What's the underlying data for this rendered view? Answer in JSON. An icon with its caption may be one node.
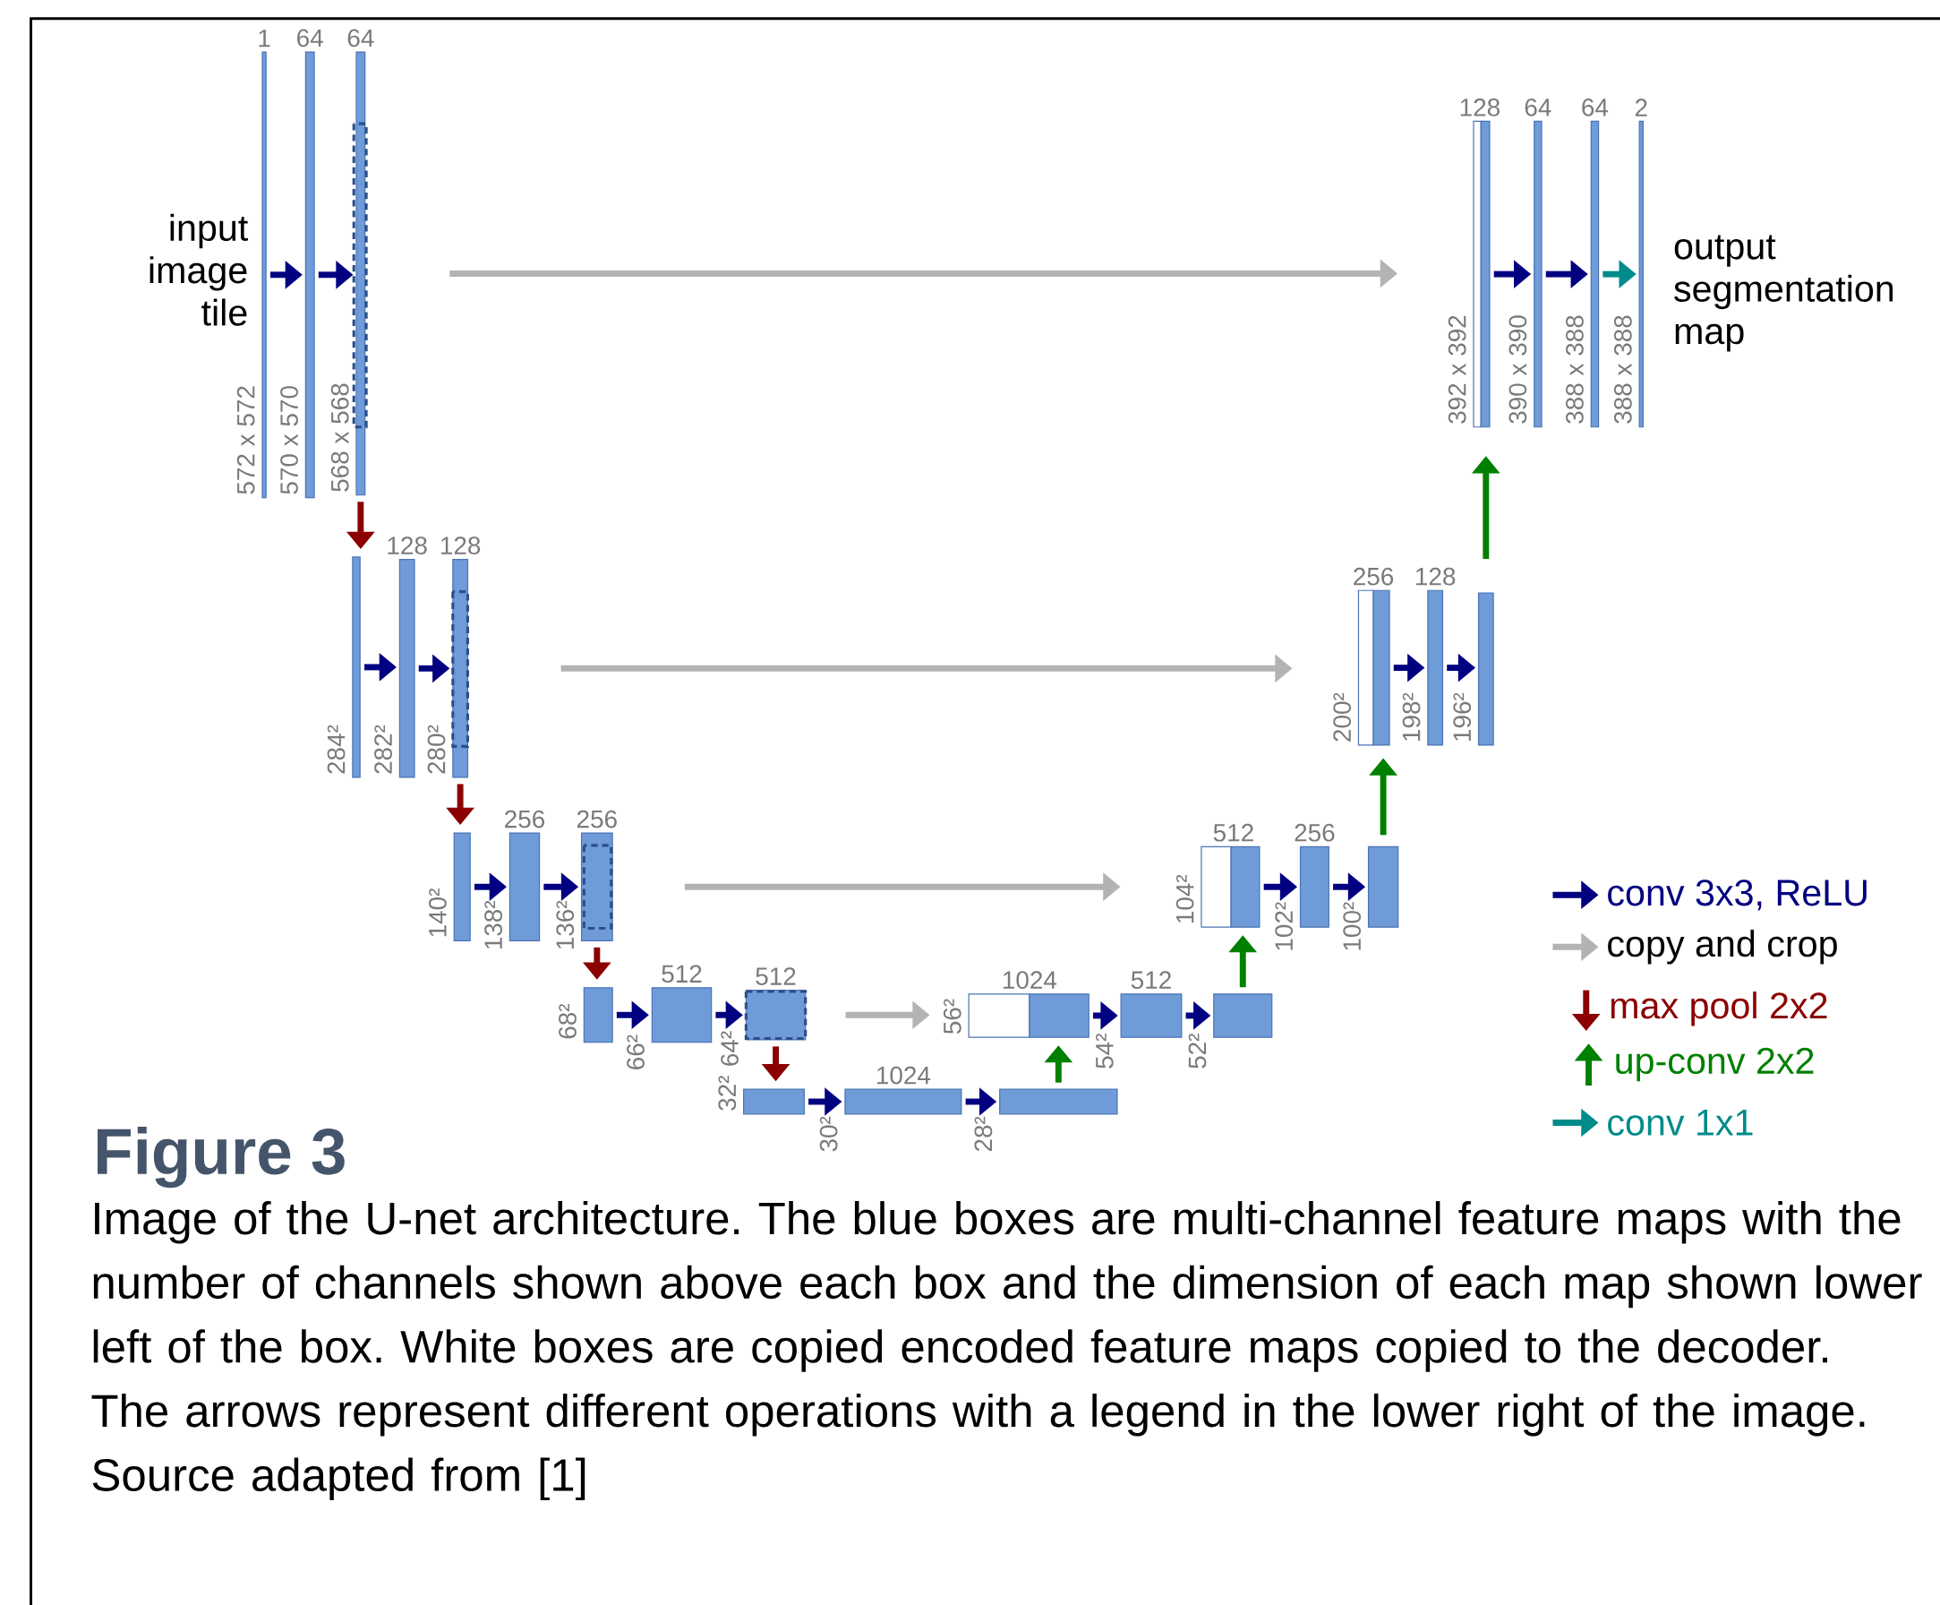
{
  "diagram": {
    "title": "Figure 3",
    "caption": "Image of the U-net architecture. The blue boxes are multi-channel feature maps with the number of channels shown above each box and the dimension of each map shown lower left of the box. White boxes are copied encoded feature maps copied to the decoder. The arrows represent different operations with a legend in the lower right of the image. Source adapted from [1]",
    "nodes": [
      {
        "text": [],
        "shape": "bar",
        "beside": [
          "input image tile",
          "1",
          "572 x 572"
        ]
      },
      {
        "text": [],
        "shape": "bar",
        "beside": [
          "64",
          "570 x 570"
        ]
      },
      {
        "text": [],
        "shape": "bar",
        "beside": [
          "64",
          "568 x 568"
        ]
      },
      {
        "text": [],
        "shape": "bar",
        "beside": [
          "284²"
        ]
      },
      {
        "text": [],
        "shape": "bar",
        "beside": [
          "128",
          "282²"
        ]
      },
      {
        "text": [],
        "shape": "bar",
        "beside": [
          "128",
          "280²"
        ]
      },
      {
        "text": [],
        "shape": "bar",
        "beside": [
          "140²"
        ]
      },
      {
        "text": [],
        "shape": "bar",
        "beside": [
          "256",
          "138²"
        ]
      },
      {
        "text": [],
        "shape": "bar",
        "beside": [
          "256",
          "136²"
        ]
      },
      {
        "text": [],
        "shape": "bar",
        "beside": [
          "68²"
        ]
      },
      {
        "text": [],
        "shape": "bar",
        "beside": [
          "512",
          "66²"
        ]
      },
      {
        "text": [],
        "shape": "bar",
        "beside": [
          "512",
          "64²"
        ]
      },
      {
        "text": [],
        "shape": "bar",
        "beside": [
          "32²"
        ]
      },
      {
        "text": [],
        "shape": "bar",
        "beside": [
          "1024",
          "30²"
        ]
      },
      {
        "text": [],
        "shape": "bar",
        "beside": [
          "28²"
        ]
      },
      {
        "text": [],
        "shape": "bar",
        "beside": [
          "56²"
        ]
      },
      {
        "text": [],
        "shape": "bar",
        "beside": [
          "1024"
        ]
      },
      {
        "text": [],
        "shape": "bar",
        "beside": [
          "512",
          "54²"
        ]
      },
      {
        "text": [],
        "shape": "bar",
        "beside": [
          "52²"
        ]
      },
      {
        "text": [],
        "shape": "bar",
        "beside": [
          "104²"
        ]
      },
      {
        "text": [],
        "shape": "bar",
        "beside": [
          "512"
        ]
      },
      {
        "text": [],
        "shape": "bar",
        "beside": [
          "256",
          "102²"
        ]
      },
      {
        "text": [],
        "shape": "bar",
        "beside": [
          "100²"
        ]
      },
      {
        "text": [],
        "shape": "bar",
        "beside": [
          "200²"
        ]
      },
      {
        "text": [],
        "shape": "bar",
        "beside": [
          "256"
        ]
      },
      {
        "text": [],
        "shape": "bar",
        "beside": [
          "128",
          "198²"
        ]
      },
      {
        "text": [],
        "shape": "bar",
        "beside": [
          "196²"
        ]
      },
      {
        "text": [],
        "shape": "bar",
        "beside": [
          "392 x 392"
        ]
      },
      {
        "text": [],
        "shape": "bar",
        "beside": [
          "128"
        ]
      },
      {
        "text": [],
        "shape": "bar",
        "beside": [
          "64",
          "390 x 390"
        ]
      },
      {
        "text": [],
        "shape": "bar",
        "beside": [
          "64",
          "388 x 388"
        ]
      },
      {
        "text": [],
        "shape": "bar",
        "beside": [
          "2",
          "388 x 388",
          "output segmentation map"
        ]
      }
    ],
    "edges": [
      {
        "from": 0,
        "to": 1,
        "arrow": "to"
      },
      {
        "from": 1,
        "to": 2,
        "arrow": "to"
      },
      {
        "from": 2,
        "to": 3,
        "arrow": "to",
        "color": "#8b0000"
      },
      {
        "from": 3,
        "to": 4,
        "arrow": "to"
      },
      {
        "from": 4,
        "to": 5,
        "arrow": "to"
      },
      {
        "from": 5,
        "to": 6,
        "arrow": "to",
        "color": "#8b0000"
      },
      {
        "from": 6,
        "to": 7,
        "arrow": "to"
      },
      {
        "from": 7,
        "to": 8,
        "arrow": "to"
      },
      {
        "from": 8,
        "to": 9,
        "arrow": "to",
        "color": "#8b0000"
      },
      {
        "from": 9,
        "to": 10,
        "arrow": "to"
      },
      {
        "from": 10,
        "to": 11,
        "arrow": "to"
      },
      {
        "from": 11,
        "to": 12,
        "arrow": "to",
        "color": "#8b0000"
      },
      {
        "from": 12,
        "to": 13,
        "arrow": "to"
      },
      {
        "from": 13,
        "to": 14,
        "arrow": "to"
      },
      {
        "from": 14,
        "to": 16,
        "arrow": "to",
        "color": "#008000"
      },
      {
        "from": 11,
        "to": 15,
        "arrow": "to",
        "color": "#b3b3b3"
      },
      {
        "from": 16,
        "to": 17,
        "arrow": "to"
      },
      {
        "from": 17,
        "to": 18,
        "arrow": "to"
      },
      {
        "from": 18,
        "to": 20,
        "arrow": "to",
        "color": "#008000"
      },
      {
        "from": 8,
        "to": 19,
        "arrow": "to",
        "color": "#b3b3b3"
      },
      {
        "from": 20,
        "to": 21,
        "arrow": "to"
      },
      {
        "from": 21,
        "to": 22,
        "arrow": "to"
      },
      {
        "from": 22,
        "to": 24,
        "arrow": "to",
        "color": "#008000"
      },
      {
        "from": 5,
        "to": 23,
        "arrow": "to",
        "color": "#b3b3b3"
      },
      {
        "from": 24,
        "to": 25,
        "arrow": "to"
      },
      {
        "from": 25,
        "to": 26,
        "arrow": "to"
      },
      {
        "from": 26,
        "to": 28,
        "arrow": "to",
        "color": "#008000"
      },
      {
        "from": 2,
        "to": 27,
        "arrow": "to",
        "color": "#b3b3b3"
      },
      {
        "from": 28,
        "to": 29,
        "arrow": "to"
      },
      {
        "from": 29,
        "to": 30,
        "arrow": "to"
      },
      {
        "from": 30,
        "to": 31,
        "arrow": "to",
        "color": "#008b8b"
      }
    ],
    "legend": [
      {
        "text": "conv 3x3, ReLU",
        "color": "#000080"
      },
      {
        "text": "copy and crop",
        "color": "#b3b3b3"
      },
      {
        "text": "max pool 2x2",
        "color": "#8b0000"
      },
      {
        "text": "up-conv 2x2",
        "color": "#008000"
      },
      {
        "text": "conv 1x1",
        "color": "#008b8b"
      }
    ]
  }
}
